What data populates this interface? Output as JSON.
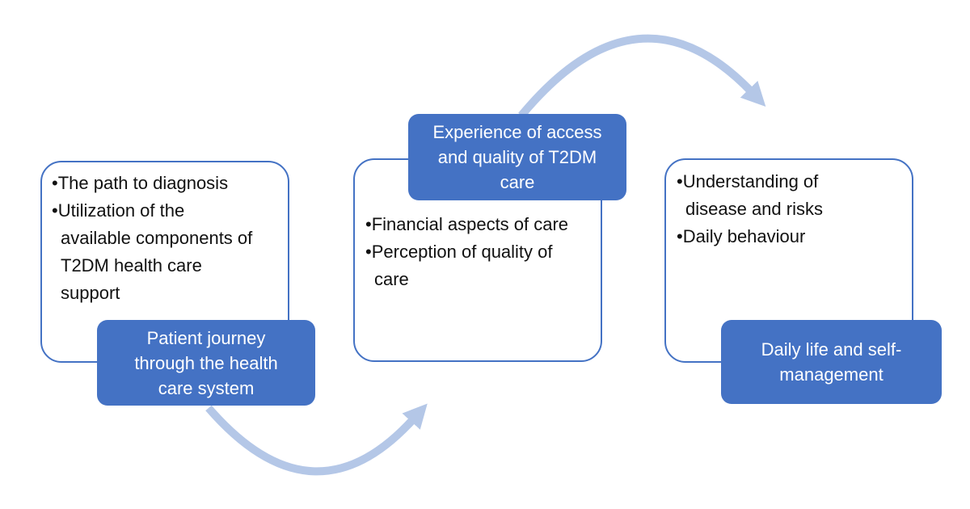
{
  "diagram": {
    "panels": [
      {
        "label": "Patient journey through the health care system",
        "label_position": "bottom-left",
        "bullets": [
          "The path to diagnosis",
          "Utilization of the available components of T2DM health care support"
        ]
      },
      {
        "label": "Experience of access and quality of T2DM care",
        "label_position": "top",
        "bullets": [
          "Financial aspects of care",
          "Perception of quality of care"
        ]
      },
      {
        "label": "Daily life and self-management",
        "label_position": "bottom-right",
        "bullets": [
          "Understanding of disease and risks",
          "Daily behaviour"
        ]
      }
    ],
    "arrows": [
      {
        "name": "curved-arrow-over-top-right"
      },
      {
        "name": "curved-arrow-under-bottom-right"
      }
    ]
  },
  "colors": {
    "accent_blue": "#4472C4",
    "arrow_blue": "#B4C7E7",
    "label_text": "#FFFFFF",
    "body_text": "#111111",
    "background": "#FFFFFF"
  }
}
